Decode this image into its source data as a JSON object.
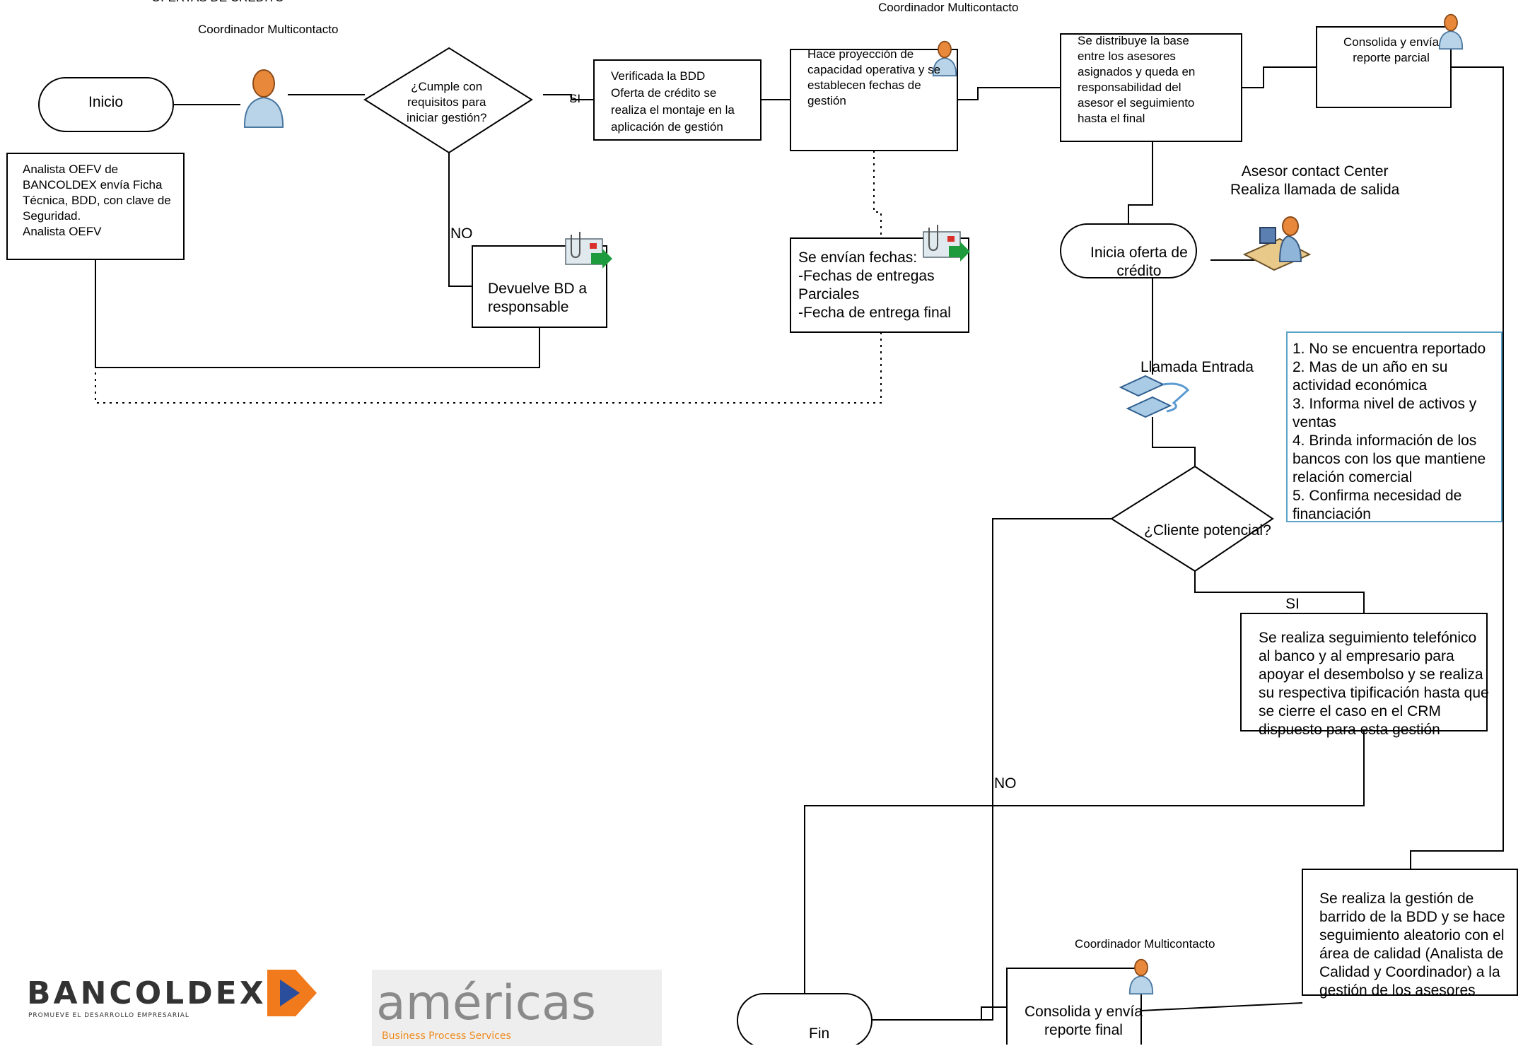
{
  "header": {
    "top_fragment": "OFERTAS DE CRÉDITO",
    "coordinator_left": "Coordinador Multicontacto",
    "coordinator_right": "Coordinador Multicontacto"
  },
  "nodes": {
    "inicio": "Inicio",
    "analista": "Analista OEFV de\nBANCOLDEX envía Ficha\nTécnica, BDD, con clave de\nSeguridad.\nAnalista OEFV",
    "decision_cumple": "¿Cumple con\nrequisitos para\niniciar gestión?",
    "label_si_1": "SI",
    "label_no_1": "NO",
    "devuelve": "Devuelve BD a\nresponsable",
    "verificada": "Verificada la BDD\nOferta de crédito se\nrealiza el montaje en la\naplicación de gestión",
    "proyeccion": "Hace proyección de\ncapacidad operativa y se\nestablecen fechas de\ngestión",
    "fechas": "Se envían fechas:\n  -Fechas de entregas\n  Parciales\n  -Fecha de entrega final",
    "distribuye": "Se distribuye la base\nentre los asesores\nasignados y queda en\nresponsabilidad del\nasesor el seguimiento\nhasta el final",
    "consolida_parcial": "Consolida y envía\nreporte parcial",
    "asesor": "Asesor contact Center\nRealiza llamada de salida",
    "inicia_oferta": "Inicia oferta de\ncrédito",
    "llamada_entrada": "Llamada Entrada",
    "criterios": "1. No se encuentra reportado\n2. Mas de un año en su\nactividad económica\n3. Informa nivel de activos y\nventas\n4. Brinda información de los\nbancos con los que mantiene\nrelación comercial\n5. Confirma necesidad de\nfinanciación",
    "decision_cliente": "¿Cliente potencial?",
    "label_si_2": "SI",
    "label_no_2": "NO",
    "seguimiento": "Se realiza seguimiento telefónico\nal banco y al empresario para\napoyar el desembolso y se realiza\nsu respectiva tipificación hasta que\nse cierre el caso en el CRM\ndispuesto para esta gestión",
    "barrido": "Se realiza la gestión de\nbarrido de la BDD y se hace\nseguimiento aleatorio con el\nárea de calidad (Analista de\nCalidad y Coordinador) a la\ngestión de los asesores",
    "coordinador_bottom": "Coordinador Multicontacto",
    "consolida_final": "Consolida y envía\nreporte final",
    "fin": "Fin"
  },
  "logos": {
    "bancoldex_name": "BANCOLDEX",
    "bancoldex_tagline": "PROMUEVE EL DESARROLLO EMPRESARIAL",
    "americas_name": "américas",
    "americas_tagline": "Business Process Services"
  },
  "colors": {
    "stroke": "#000000",
    "criteria_border": "#5ba3c9",
    "person_head": "#e8883a",
    "person_body": "#b9d4e8",
    "envelope_green": "#1e9b3c",
    "bancoldex_orange": "#f07a1c",
    "bancoldex_blue": "#2a4d9c",
    "americas_gray": "#8a8a8a",
    "americas_orange": "#f08a1c"
  }
}
